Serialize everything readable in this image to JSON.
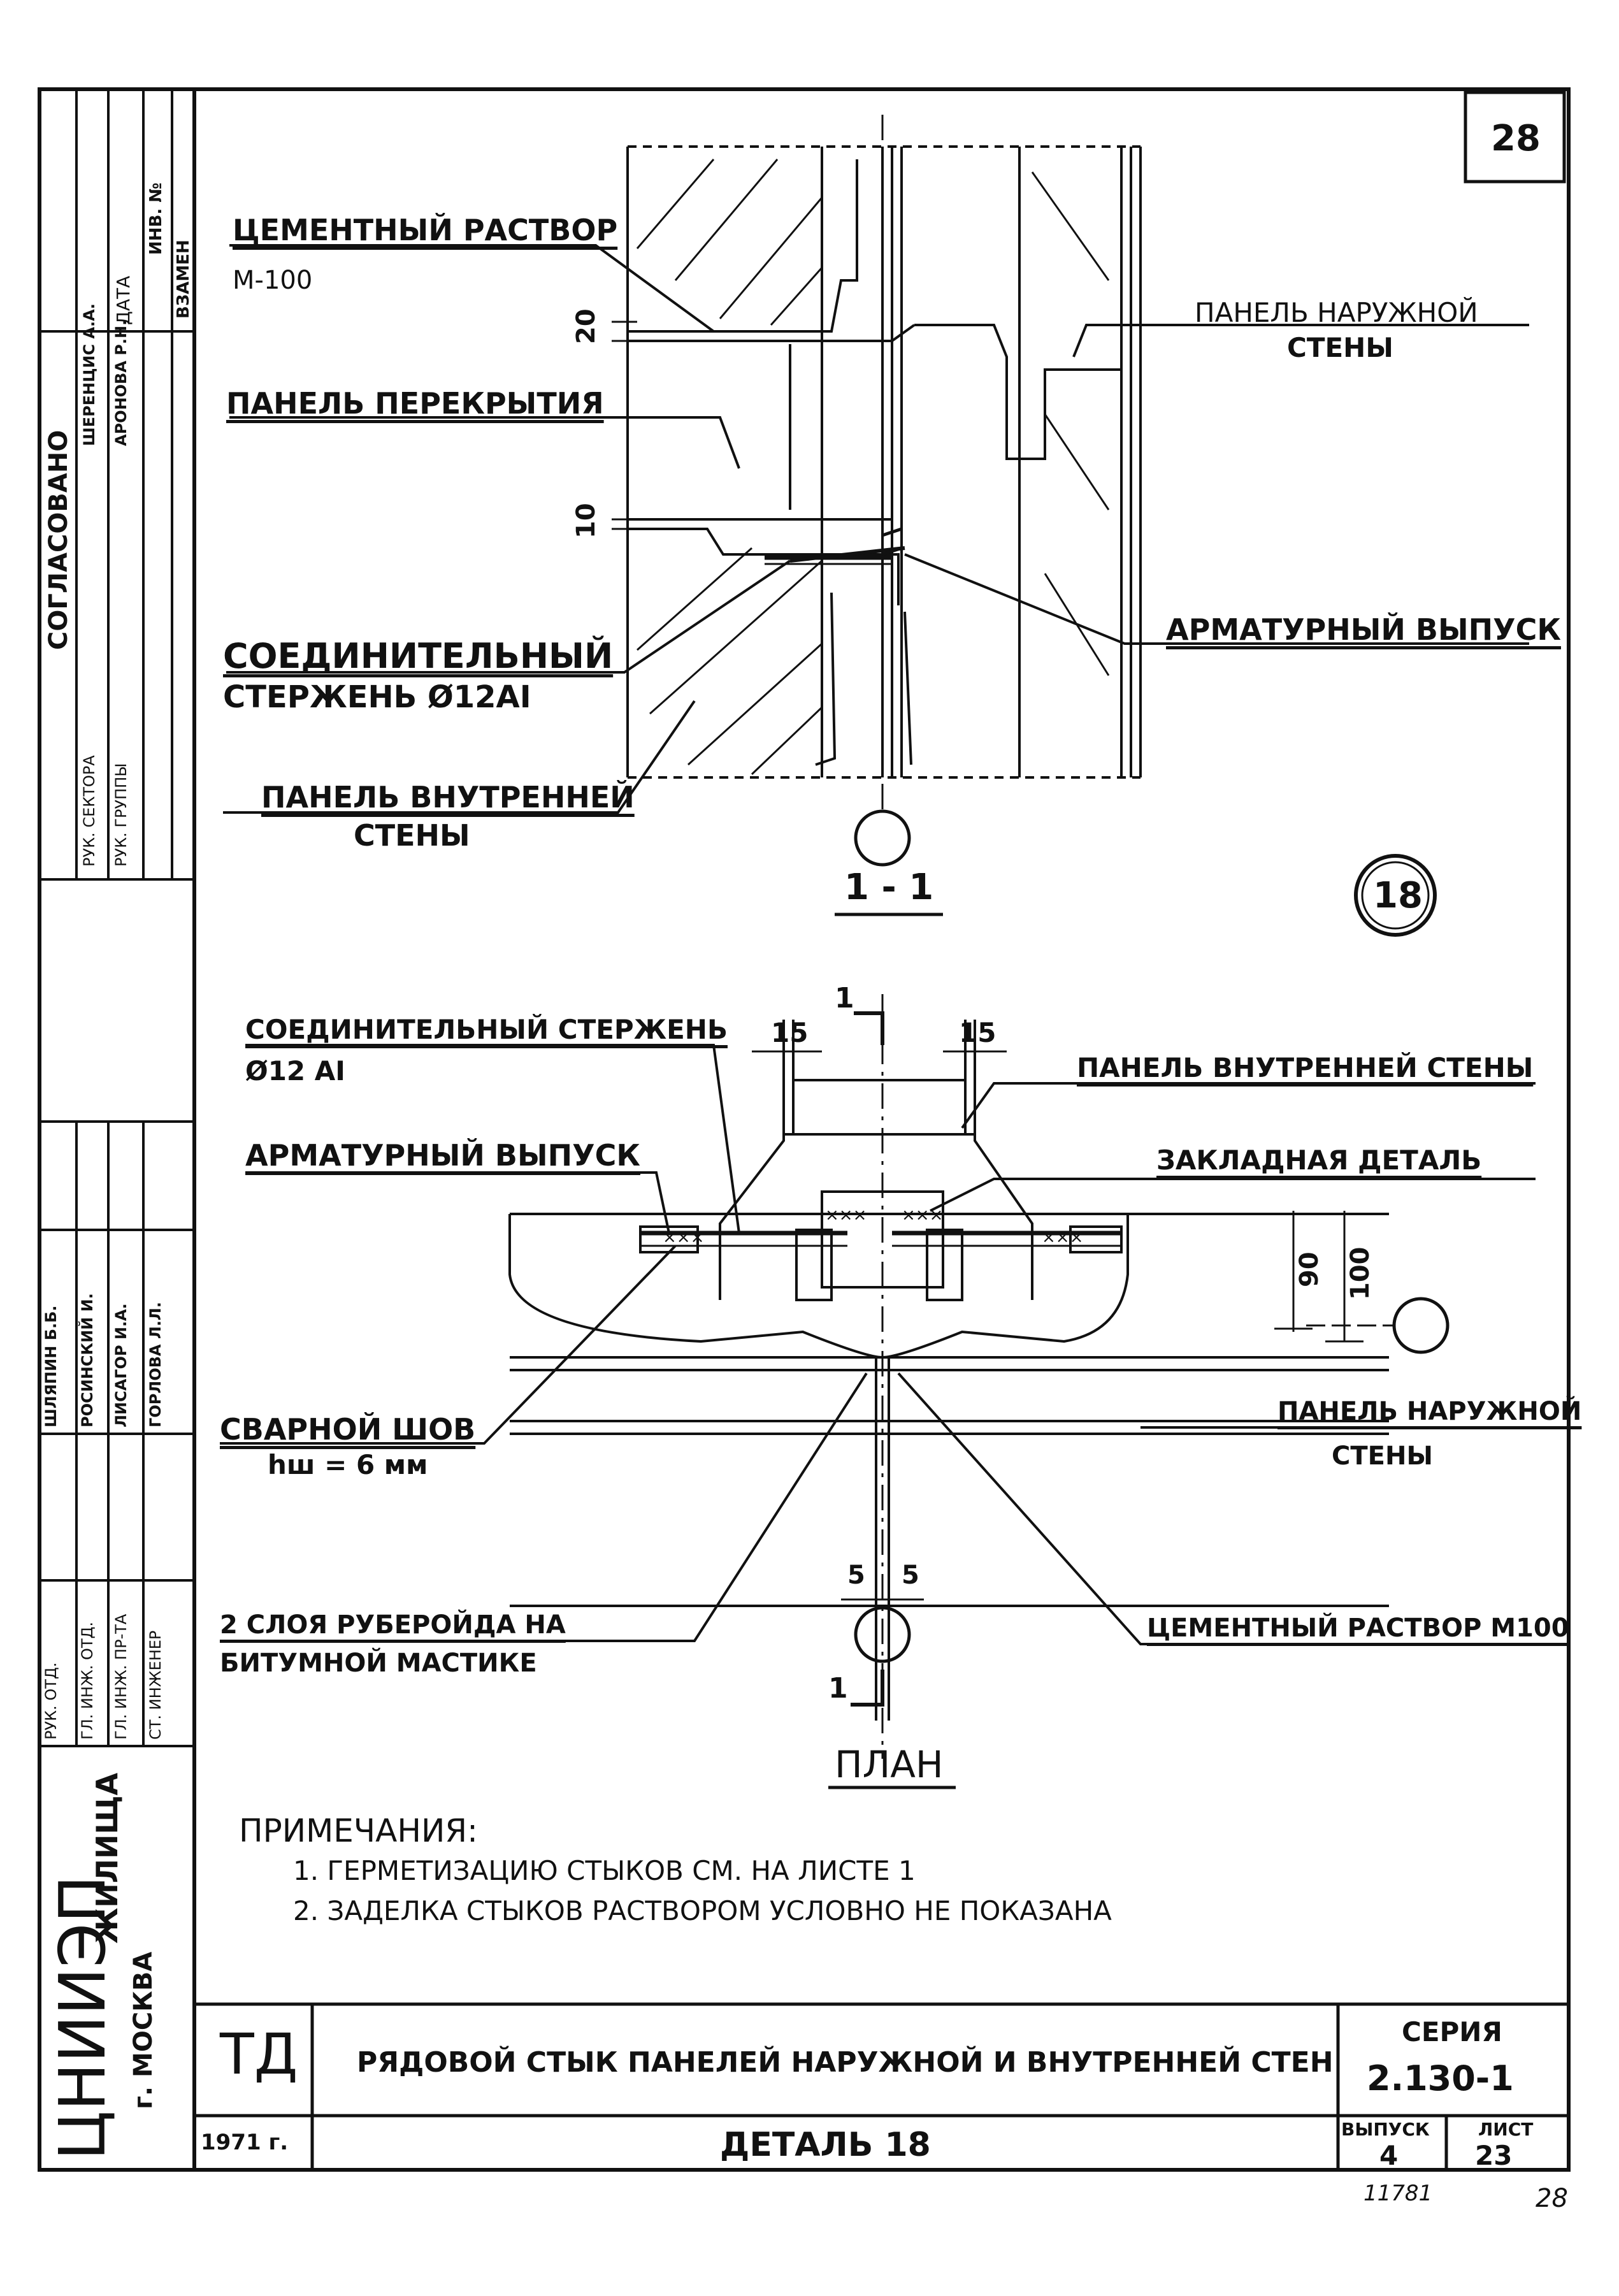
{
  "sheet_number": "28",
  "section_view": {
    "label_cement": "ЦЕМЕНТНЫЙ РАСТВОР",
    "label_cement_grade": "М-100",
    "label_outer_panel_1": "ПАНЕЛЬ НАРУЖНОЙ",
    "label_outer_panel_2": "СТЕНЫ",
    "label_floor_panel": "ПАНЕЛЬ ПЕРЕКРЫТИЯ",
    "label_rebar_outlet": "АРМАТУРНЫЙ ВЫПУСК",
    "label_connector_1": "СОЕДИНИТЕЛЬНЫЙ",
    "label_connector_2": "СТЕРЖЕНЬ Ø12AI",
    "label_inner_panel_1": "ПАНЕЛЬ ВНУТРЕННЕЙ",
    "label_inner_panel_2": "СТЕНЫ",
    "dim_20": "20",
    "dim_10": "10",
    "section_title": "1 - 1"
  },
  "detail_number": "18",
  "plan_view": {
    "label_connector_1": "СОЕДИНИТЕЛЬНЫЙ СТЕРЖЕНЬ",
    "label_connector_2": "Ø12 AI",
    "label_rebar_outlet": "АРМАТУРНЫЙ ВЫПУСК",
    "label_inner_panel": "ПАНЕЛЬ ВНУТРЕННЕЙ СТЕНЫ",
    "label_embedded": "ЗАКЛАДНАЯ ДЕТАЛЬ",
    "label_weld_1": "СВАРНОЙ ШОВ",
    "label_weld_2": "hш = 6 мм",
    "label_outer_panel_1": "ПАНЕЛЬ НАРУЖНОЙ",
    "label_outer_panel_2": "СТЕНЫ",
    "label_roofing_1": "2 СЛОЯ РУБЕРОЙДА НА",
    "label_roofing_2": "БИТУМНОЙ МАСТИКЕ",
    "label_cement": "ЦЕМЕНТНЫЙ РАСТВОР М100",
    "dim_15_left": "15",
    "dim_15_right": "15",
    "dim_90": "90",
    "dim_100": "100",
    "dim_5_left": "5",
    "dim_5_right": "5",
    "cut_mark_top": "1",
    "cut_mark_bottom": "1",
    "plan_title": "ПЛАН"
  },
  "notes": {
    "heading": "ПРИМЕЧАНИЯ:",
    "items": [
      "1. ГЕРМЕТИЗАЦИЮ СТЫКОВ СМ. НА ЛИСТЕ 1",
      "2. ЗАДЕЛКА СТЫКОВ РАСТВОРОМ УСЛОВНО НЕ ПОКАЗАНА"
    ]
  },
  "title_block": {
    "code": "ТД",
    "title": "РЯДОВОЙ СТЫК ПАНЕЛЕЙ НАРУЖНОЙ И ВНУТРЕННЕЙ СТЕН",
    "series_label": "СЕРИЯ",
    "series_value": "2.130-1",
    "year": "1971 г.",
    "detail": "ДЕТАЛЬ 18",
    "issue_label": "ВЫПУСК",
    "issue_value": "4",
    "sheet_label": "ЛИСТ",
    "sheet_value": "23"
  },
  "side_stamp": {
    "org_abbr": "ЦНИИЭП",
    "org_rest": "ЖИЛИЩА",
    "city": "г. МОСКВА",
    "col_roles_top": [
      "РУК. СЕКТОРА",
      "РУК. ГРУППЫ"
    ],
    "col_names_top": [
      "ШЕРЕНЦИС А.А.",
      "АРОНОВА Р.Н."
    ],
    "heading_agreed": "СОГЛАСОВАНО",
    "heading_date": "ДАТА",
    "heading_inv": "ИНВ. №",
    "heading_replace": "ВЗАМЕН",
    "col_roles_bottom": [
      "РУК. ОТД.",
      "ГЛ. ИНЖ. ОТД.",
      "ГЛ. ИНЖ. ПР-ТА",
      "СТ. ИНЖЕНЕР"
    ],
    "col_names_bottom": [
      "ШЛЯПИН Б.Б.",
      "РОСИНСКИЙ И.",
      "ЛИСАГОР И.А.",
      "ГОРЛОВА Л.Л."
    ]
  },
  "footer": {
    "inv_number": "11781",
    "page_number": "28"
  }
}
